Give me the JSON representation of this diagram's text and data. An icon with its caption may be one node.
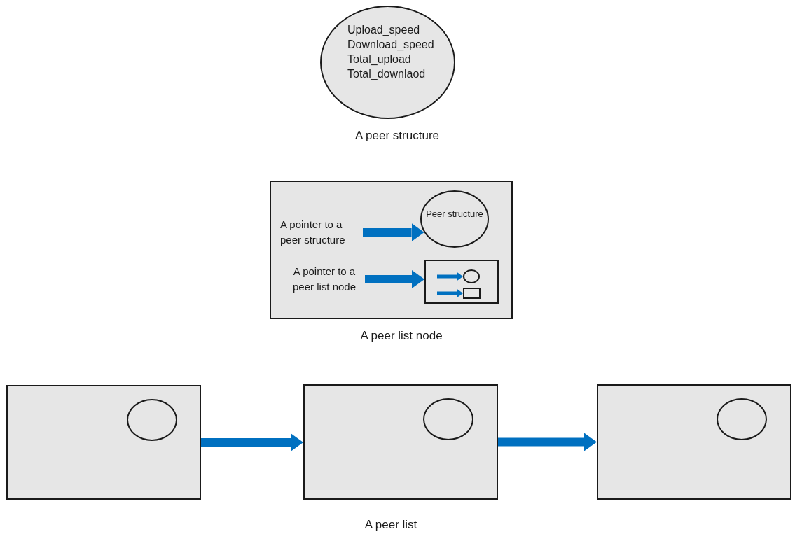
{
  "diagram": {
    "nodes": [
      {
        "text": [
          "Upload_speed",
          "Download_speed",
          "Total_upload",
          "Total_downlaod"
        ],
        "beside": [
          "A peer structure"
        ]
      },
      {
        "text": [],
        "shape": "box",
        "beside": [
          "A peer list node"
        ]
      },
      {
        "text": [
          "A pointer to a peer structure"
        ],
        "in": 1
      },
      {
        "text": [
          "Peer structure"
        ],
        "in": 1
      },
      {
        "text": [
          "A pointer to a peer list node"
        ],
        "in": 1
      },
      {
        "text": [],
        "shape": "box",
        "in": 1
      },
      {
        "text": [],
        "shape": "circle",
        "in": 5
      },
      {
        "text": [],
        "shape": "box",
        "in": 5
      },
      {
        "text": [],
        "shape": "box"
      },
      {
        "text": [],
        "shape": "circle",
        "in": 8
      },
      {
        "text": [],
        "shape": "box"
      },
      {
        "text": [],
        "shape": "circle",
        "in": 10
      },
      {
        "text": [],
        "shape": "box"
      },
      {
        "text": [],
        "shape": "circle",
        "in": 12
      }
    ],
    "edges": [
      {
        "from": 2,
        "to": 3,
        "arrow": "to"
      },
      {
        "from": 4,
        "to": 5,
        "arrow": "to"
      },
      {
        "from": null,
        "to": 6,
        "arrow": "to"
      },
      {
        "from": null,
        "to": 7,
        "arrow": "to"
      },
      {
        "from": 8,
        "to": 10,
        "arrow": "to"
      },
      {
        "from": 10,
        "to": 12,
        "arrow": "to"
      }
    ],
    "labels": [
      "A peer list"
    ]
  }
}
